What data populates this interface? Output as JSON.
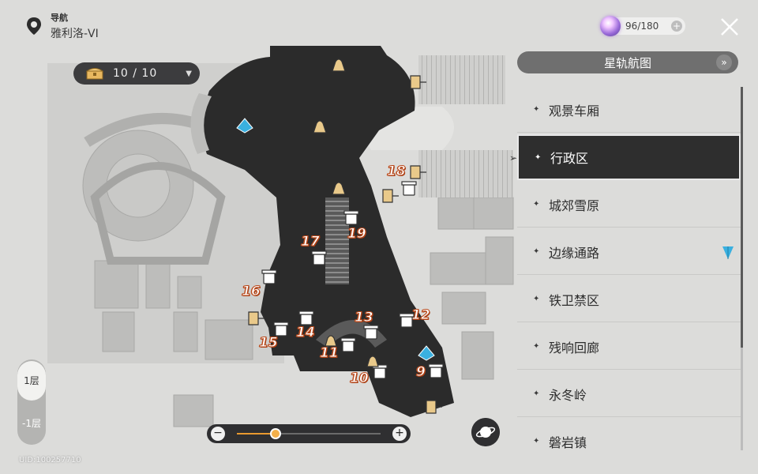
{
  "nav": {
    "label": "导航",
    "place": "雅利洛-VI"
  },
  "currency": {
    "value": "96/180"
  },
  "chest": {
    "value": "10 / 10"
  },
  "star_rail_map": {
    "label": "星轨航图"
  },
  "regions": [
    {
      "label": "观景车厢",
      "active": false
    },
    {
      "label": "行政区",
      "active": true
    },
    {
      "label": "城郊雪原",
      "active": false
    },
    {
      "label": "边缘通路",
      "active": false
    },
    {
      "label": "铁卫禁区",
      "active": false
    },
    {
      "label": "残响回廊",
      "active": false
    },
    {
      "label": "永冬岭",
      "active": false
    },
    {
      "label": "磐岩镇",
      "active": false
    }
  ],
  "floors": {
    "current": "1层",
    "other": "-1层"
  },
  "zoom": {
    "level": 0.27
  },
  "uid": "UID:100257710",
  "map_numbers": [
    "18",
    "17",
    "19",
    "16",
    "13",
    "12",
    "14",
    "15",
    "11",
    "10",
    "9"
  ],
  "colors": {
    "accent_orange": "#e8992f",
    "panel_dark": "#2e2e2e",
    "number_outline": "#b8481b",
    "player_marker": "#3ab0e0"
  },
  "icons": [
    "map-pin-icon",
    "stellar-jade-icon",
    "close-icon",
    "chest-icon",
    "trash-can-icon",
    "door-icon",
    "bell-icon",
    "teleport-anchor-icon",
    "player-arrow-icon",
    "planet-icon"
  ]
}
